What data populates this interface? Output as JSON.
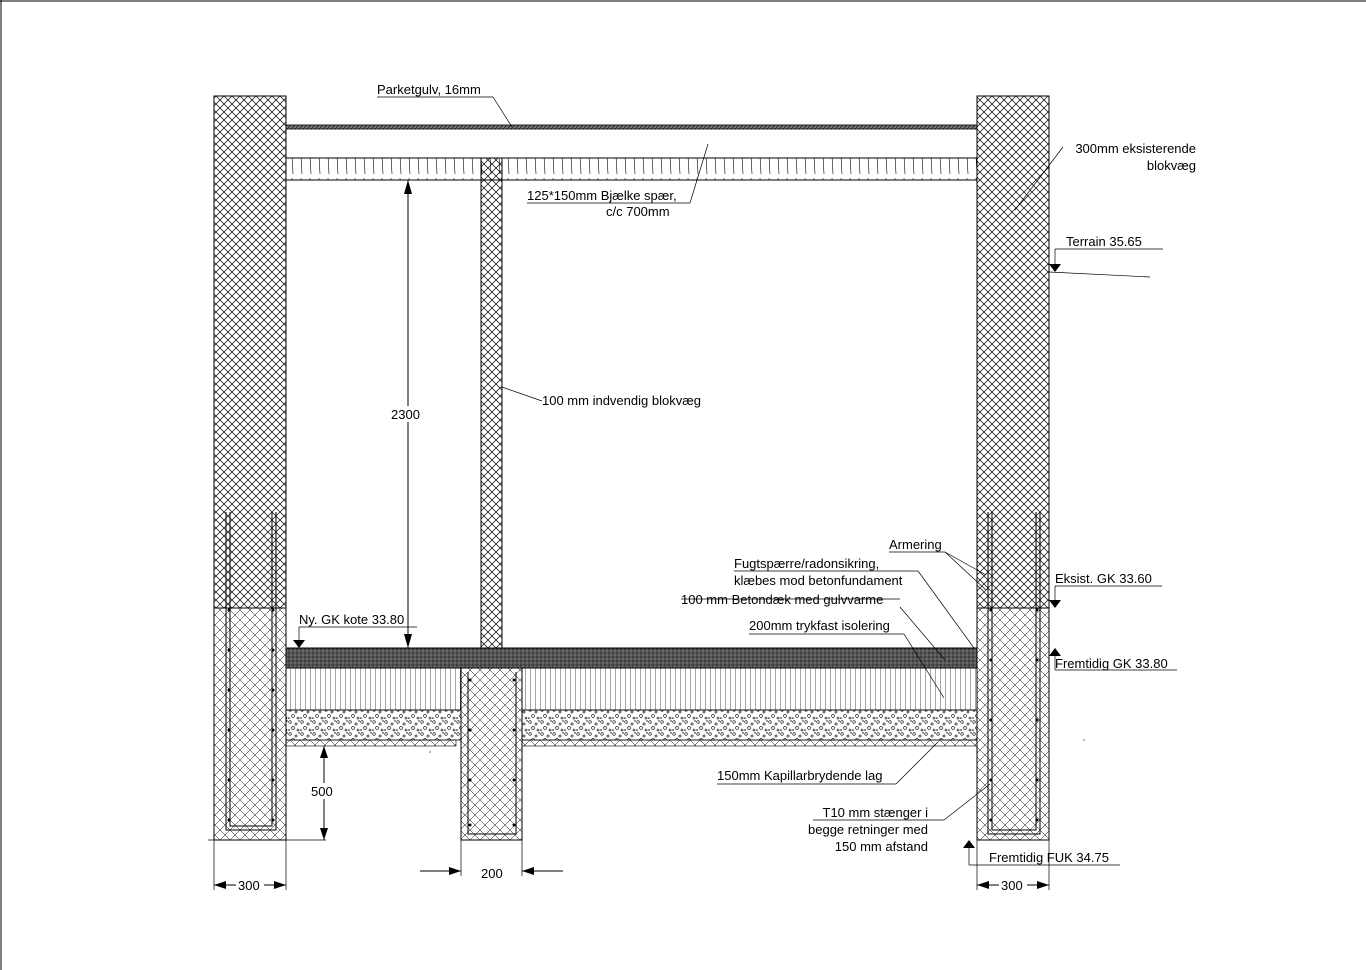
{
  "labels": {
    "parket": "Parketgulv, 16mm",
    "beam_line1": "125*150mm Bjælke spær,",
    "beam_line2": "c/c 700mm",
    "ext_wall_line1": "300mm eksisterende",
    "ext_wall_line2": "blokvæg",
    "terrain": "Terrain 35.65",
    "inner_wall": "100 mm indvendig blokvæg",
    "armering": "Armering",
    "fugt_line1": "Fugtspærre/radonsikring,",
    "fugt_line2": "klæbes mod betonfundament",
    "betondaek": "100 mm Betondæk med gulvvarme",
    "isolering": "200mm trykfast isolering",
    "ny_gk": "Ny. GK kote 33.80",
    "eksist_gk": "Eksist. GK 33.60",
    "fremtidig_gk": "Fremtidig GK 33.80",
    "kapillar": "150mm Kapillarbrydende lag",
    "stang_line1": "T10 mm stænger i",
    "stang_line2": "begge retninger med",
    "stang_line3": "150 mm afstand",
    "fuk": "Fremtidig FUK 34.75"
  },
  "dimensions": {
    "height": "2300",
    "depth": "500",
    "inner_width": "200",
    "left_wall": "300",
    "right_wall": "300"
  }
}
